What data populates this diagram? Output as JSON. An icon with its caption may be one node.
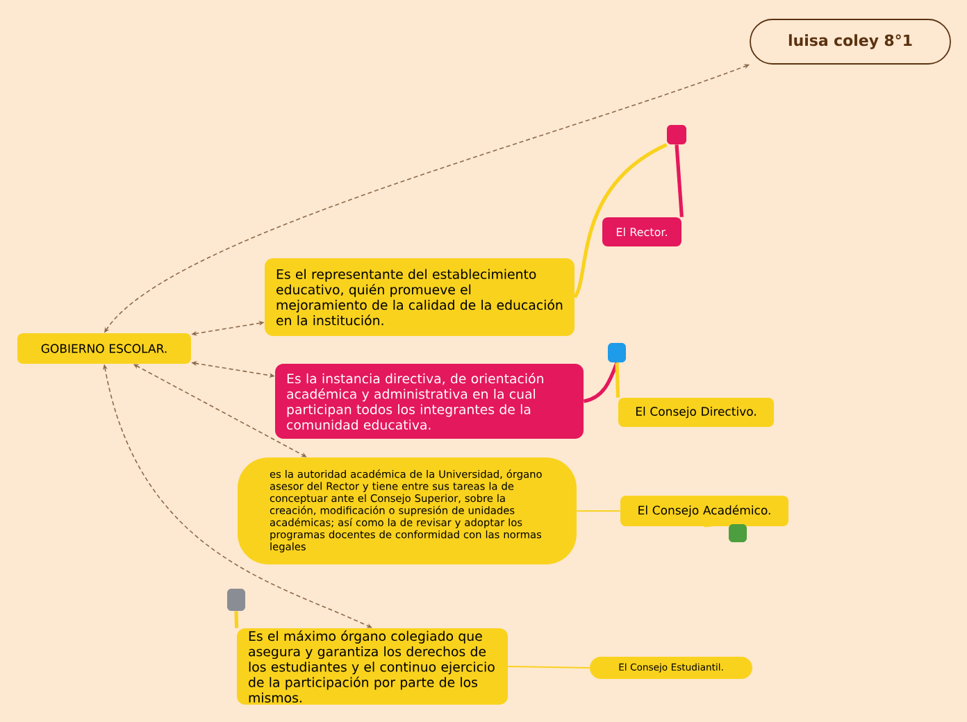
{
  "diagram": {
    "nodes": [
      {
        "text": [
          "luisa coley 8°1"
        ]
      },
      {
        "text": [
          "GOBIERNO ESCOLAR."
        ]
      },
      {
        "text": [
          "Es el representante del establecimiento educativo, quién promueve el mejoramiento de la calidad de la educación en la institución."
        ]
      },
      {
        "text": [
          "El Rector."
        ]
      },
      {
        "text": [],
        "shape": "box"
      },
      {
        "text": [
          "Es la instancia directiva, de orientación académica y administrativa en la cual participan todos los integrantes de la comunidad educativa."
        ]
      },
      {
        "text": [],
        "shape": "box"
      },
      {
        "text": [
          "El Consejo Directivo."
        ]
      },
      {
        "text": [
          "es la autoridad académica de la Universidad, órgano asesor del Rector y tiene entre sus tareas la de conceptuar ante el Consejo Superior, sobre la creación, modificación o supresión de unidades académicas; así como la de revisar y adoptar los programas docentes de conformidad con las normas legales"
        ]
      },
      {
        "text": [
          "El Consejo Académico."
        ]
      },
      {
        "text": [],
        "shape": "box"
      },
      {
        "text": [],
        "shape": "box"
      },
      {
        "text": [
          "Es el máximo órgano colegiado que asegura y garantiza los derechos de los estudiantes y el continuo ejercicio de la participación por parte de los mismos."
        ]
      },
      {
        "text": [
          "El Consejo Estudiantil."
        ]
      }
    ],
    "edges": [
      {
        "from": 1,
        "to": 0,
        "arrow": "both",
        "style": "dashed",
        "color": "#8b6a4a"
      },
      {
        "from": 1,
        "to": 2,
        "arrow": "both",
        "style": "dashed",
        "color": "#8b6a4a"
      },
      {
        "from": 1,
        "to": 5,
        "arrow": "both",
        "style": "dashed",
        "color": "#8b6a4a"
      },
      {
        "from": 1,
        "to": 8,
        "arrow": "both",
        "style": "dashed",
        "color": "#8b6a4a"
      },
      {
        "from": 1,
        "to": 12,
        "arrow": "both",
        "style": "dashed",
        "color": "#8b6a4a"
      },
      {
        "from": 2,
        "to": 4,
        "arrow": "none",
        "style": "thick",
        "color": "#f9d21e"
      },
      {
        "from": 4,
        "to": 3,
        "arrow": "none",
        "style": "thick",
        "color": "#e4185c"
      },
      {
        "from": 5,
        "to": 6,
        "arrow": "none",
        "style": "thick",
        "color": "#e4185c"
      },
      {
        "from": 6,
        "to": 7,
        "arrow": "none",
        "style": "thick",
        "color": "#f9d21e"
      },
      {
        "from": 8,
        "to": 9,
        "arrow": "none",
        "color": "#f9d21e"
      },
      {
        "from": 9,
        "to": 10,
        "arrow": "none",
        "color": "#f9d21e"
      },
      {
        "from": 12,
        "to": 11,
        "arrow": "none",
        "style": "thick",
        "color": "#f9d21e"
      },
      {
        "from": 12,
        "to": 13,
        "arrow": "none",
        "color": "#f9d21e"
      }
    ]
  }
}
